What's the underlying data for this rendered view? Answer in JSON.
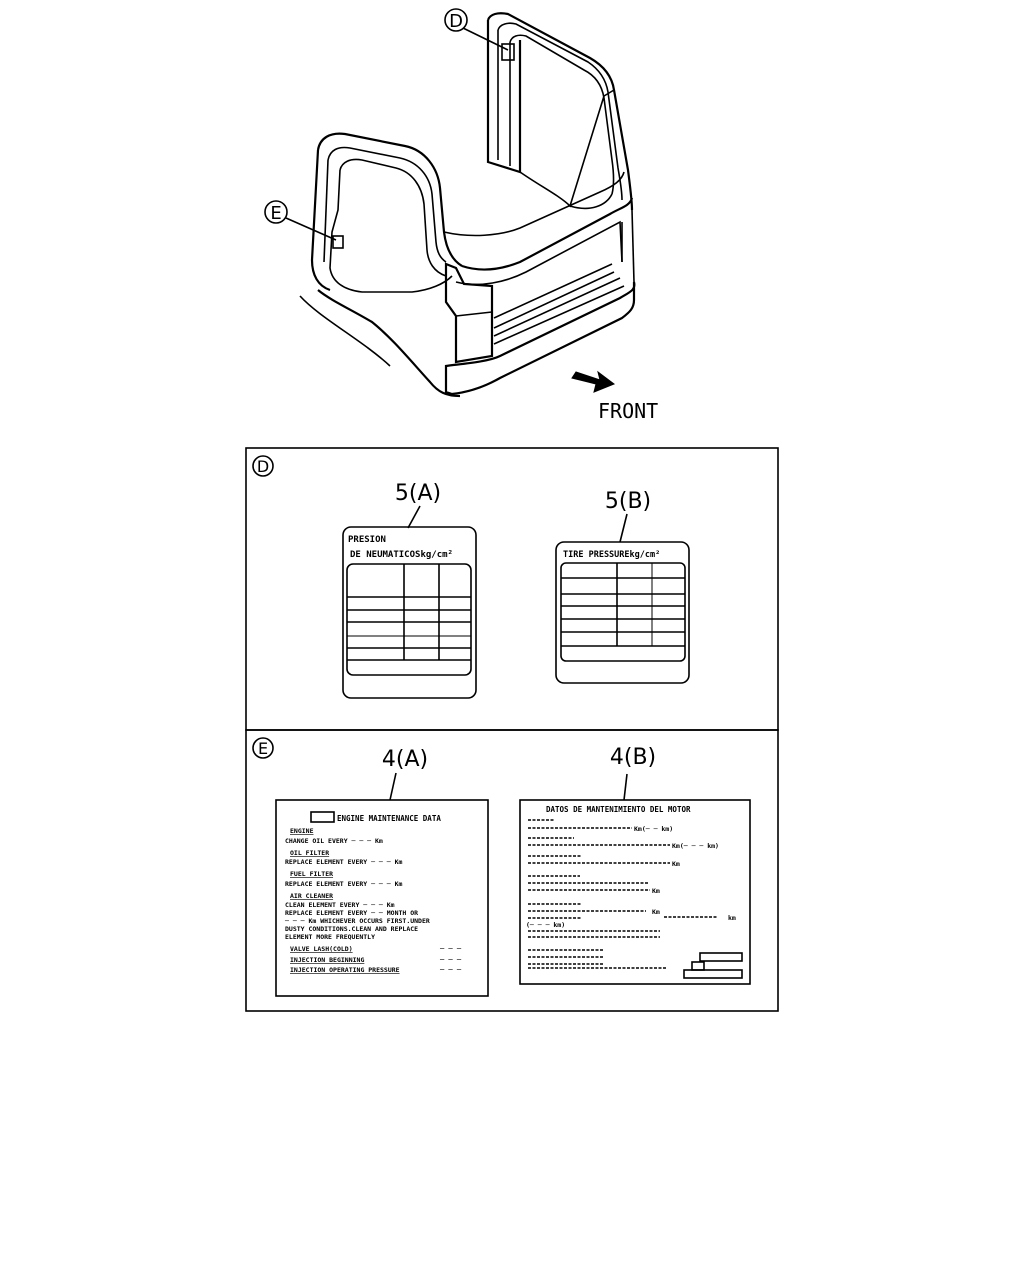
{
  "top_figure": {
    "callout_d": "D",
    "callout_e": "E",
    "front_label": "FRONT"
  },
  "panel_d": {
    "tag": "D",
    "label_5a": {
      "part": "5(A)",
      "title_line1": "PRESION",
      "title_line2": "DE NEUMATICOSkg/cm²"
    },
    "label_5b": {
      "part": "5(B)",
      "title": "TIRE PRESSUREkg/cm²"
    }
  },
  "panel_e": {
    "tag": "E",
    "label_4a": {
      "part": "4(A)",
      "header": "ENGINE MAINTENANCE DATA",
      "lines": [
        "ENGINE",
        "CHANGE OIL EVERY ─ ─ ─ Km",
        "OIL FILTER",
        "REPLACE ELEMENT EVERY ─ ─ ─ Km",
        "FUEL FILTER",
        "REPLACE ELEMENT EVERY ─ ─ ─ Km",
        "AIR CLEANER",
        "CLEAN ELEMENT EVERY ─ ─ ─ Km",
        "REPLACE ELEMENT EVERY ─ ─ MONTH OR",
        "─ ─ ─ Km WHICHEVER OCCURS FIRST.UNDER",
        "DUSTY CONDITIONS.CLEAN AND REPLACE",
        "ELEMENT MORE FREQUENTLY"
      ],
      "specs": [
        "VALVE LASH(COLD)",
        "INJECTION BEGINNING",
        "INJECTION OPERATING PRESSURE"
      ],
      "spec_value": "─ ─ ─"
    },
    "label_4b": {
      "part": "4(B)",
      "header": "DATOS DE MANTENIMIENTO DEL MOTOR",
      "units": [
        "Km(─ ─ km)",
        "Km(─ ─ ─ km)",
        "Km",
        "Km",
        "Km",
        "km",
        "(─ ─ ─ km)"
      ]
    }
  }
}
